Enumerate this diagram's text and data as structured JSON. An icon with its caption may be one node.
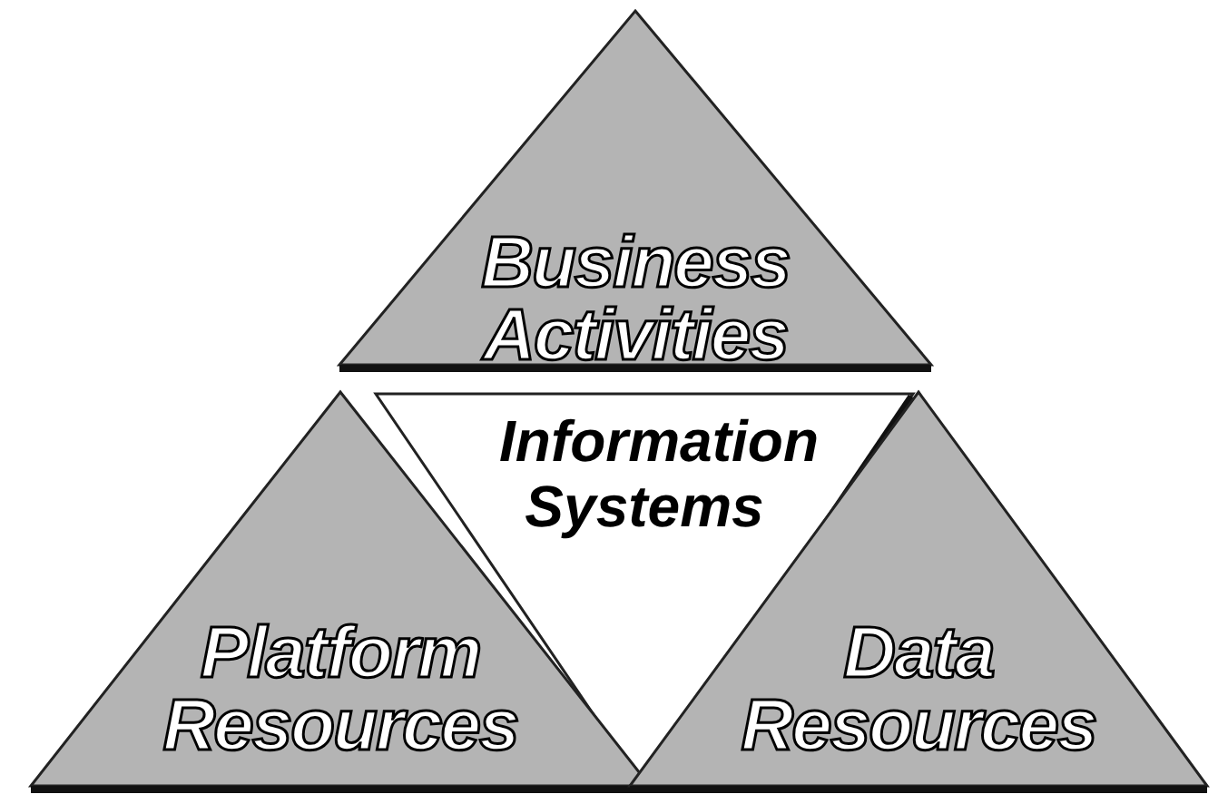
{
  "diagram": {
    "nodes": [
      {
        "text": [
          "Business Activities"
        ]
      },
      {
        "text": [
          "Information Systems"
        ]
      },
      {
        "text": [
          "Platform Resources"
        ]
      },
      {
        "text": [
          "Data Resources"
        ]
      }
    ]
  }
}
